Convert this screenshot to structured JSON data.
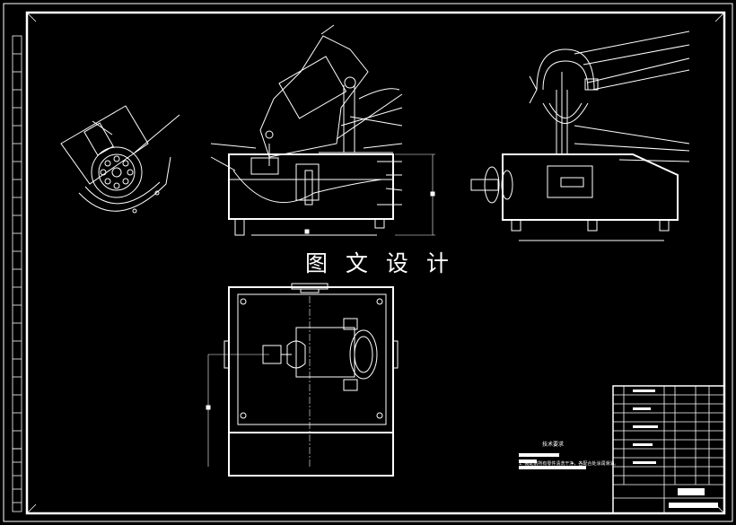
{
  "drawing": {
    "caption": "图 文 设 计",
    "technical_requirements_title": "技术要求",
    "technical_requirements_line": "1. 装配前所有零件清洗干净，各配合处涂润滑油。"
  },
  "colors": {
    "background": "#000000",
    "line": "#ffffff",
    "accent": "#ffffff"
  }
}
